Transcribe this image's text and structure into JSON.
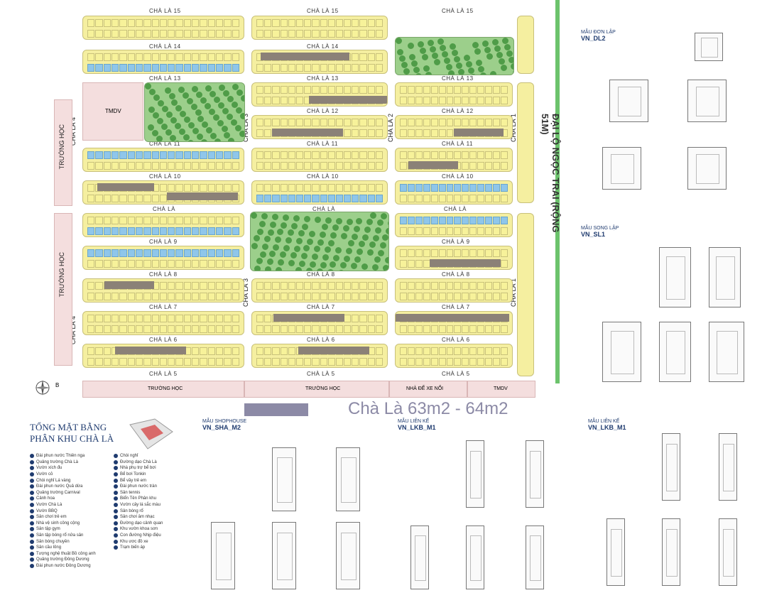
{
  "streets": {
    "cha_la_15": "CHÀ LÀ 15",
    "cha_la_14": "CHÀ LÀ 14",
    "cha_la_13": "CHÀ LÀ 13",
    "cha_la_12": "CHÀ LÀ 12",
    "cha_la_11": "CHÀ LÀ 11",
    "cha_la_10": "CHÀ LÀ 10",
    "cha_la": "CHÀ LÀ",
    "cha_la_9": "CHÀ LÀ 9",
    "cha_la_8": "CHÀ LÀ 8",
    "cha_la_7": "CHÀ LÀ 7",
    "cha_la_6": "CHÀ LÀ 6",
    "cha_la_5": "CHÀ LÀ 5",
    "cha_la_4": "CHÀ LÀ 4",
    "cha_la_3": "CHÀ LÀ 3",
    "cha_la_2": "CHÀ LÀ 2",
    "cha_la_1": "CHÀ LÀ 1"
  },
  "labels": {
    "tmdv": "TMDV",
    "truong_hoc": "TRƯỜNG HỌC",
    "nha_de_xe": "NHÀ ĐỂ XE NỔI",
    "boulevard": "ĐẠI LỘ NGỌC TRAI (RỘNG 51M)",
    "compass": "B",
    "highlight": "Chà Là 63m2 - 64m2"
  },
  "plan_title": {
    "line1": "TỔNG MẶT BẰNG",
    "line2": "PHÂN KHU CHÀ LÀ"
  },
  "legend_left": [
    "Đài phun nước Thiên nga",
    "Quảng trường Chà Là",
    "Vườn xích đu",
    "Vườn cỏ",
    "Chòi nghỉ Lá vàng",
    "Đài phun nước Quả dừa",
    "Quảng trường Carnival",
    "Cảnh hoa",
    "Vườn Chà Là",
    "Vườn BBQ",
    "Sân chơi trẻ em",
    "Nhà vệ sinh công cộng",
    "Sân tập gym",
    "Sân tập bóng rổ nửa sân",
    "Sân bóng chuyền",
    "Sân cầu lông",
    "Tượng nghệ thuật Bồ công anh",
    "Quảng trường Đông Dương",
    "Đài phun nước Đông Dương"
  ],
  "legend_right": [
    "Chòi nghỉ",
    "Đường dạo Chà Là",
    "Nhà phụ trợ bể bơi",
    "Bể bơi Tonkin",
    "Bể vầy trẻ em",
    "Đài phun nước tràn",
    "Sân tennis",
    "Biển Tên Phân khu",
    "Vườn cây lá sắc màu",
    "Sân bóng rổ",
    "Sân chơi âm nhạc",
    "Đường dạo cảnh quan",
    "Khu vườn khoa sơn",
    "Con đường Nhịp điệu",
    "Khu ươc đồ xe",
    "Trạm biến áp"
  ],
  "models": {
    "don_lap": {
      "title": "MẪU ĐƠN LẬP",
      "code": "VN_DL2"
    },
    "song_lap": {
      "title": "MẪU SONG LẬP",
      "code": "VN_SL1"
    },
    "shophouse": {
      "title": "MẪU SHOPHOUSE",
      "code": "VN_SHA_M2"
    },
    "lien_ke_1": {
      "title": "MẪU LIÊN KẾ",
      "code": "VN_LKB_M1"
    },
    "lien_ke_2": {
      "title": "MẪU LIÊN KẾ",
      "code": "VN_LKB_M1"
    }
  },
  "colors": {
    "lot_yellow": "#f7f29a",
    "lot_blue": "#8fc6ea",
    "lot_orange": "#f0a060",
    "sold_gray": "#8b8177",
    "park_green": "#9ccf8b",
    "boulevard_green": "#6cc36c",
    "title_navy": "#1f3b6f"
  }
}
